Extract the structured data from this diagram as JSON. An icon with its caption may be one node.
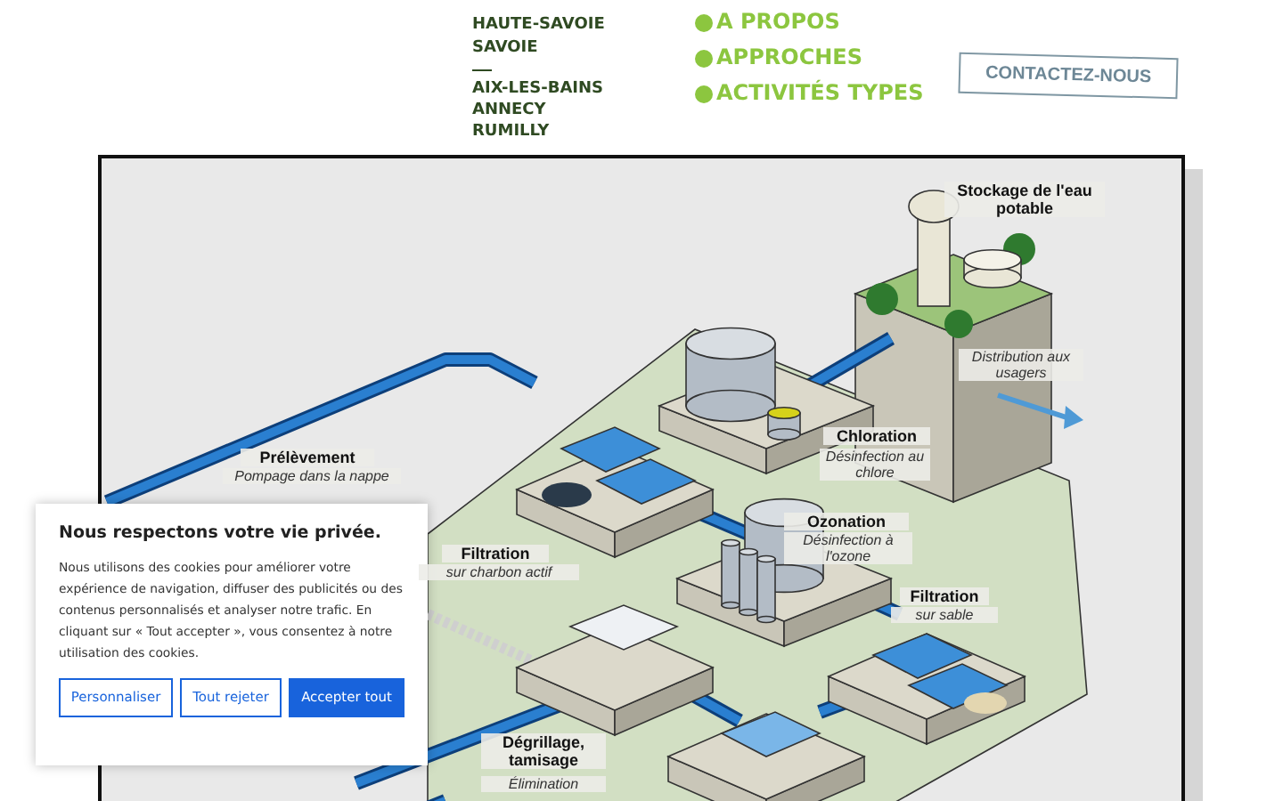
{
  "diagram": {
    "labels": [
      "HAUTE-SAVOIE",
      "SAVOIE",
      "AIX-LES-BAINS",
      "ANNECY",
      "RUMILLY",
      "A PROPOS",
      "APPROCHES",
      "ACTIVITÉS TYPES",
      "CONTACTEZ-NOUS",
      "Stockage de l'eau potable",
      "Distribution aux usagers",
      "Chloration",
      "Désinfection au chlore",
      "Prélèvement",
      "Pompage dans la nappe",
      "Ozonation",
      "Désinfection à l'ozone",
      "Filtration",
      "sur charbon actif",
      "Filtration",
      "sur sable",
      "Dégrillage, tamisage",
      "Élimination",
      "Nous respectons votre vie privée.",
      "Nous utilisons des cookies pour améliorer votre expérience de navigation, diffuser des publicités ou des contenus personnalisés et analyser notre trafic. En cliquant sur « Tout accepter », vous consentez à notre utilisation des cookies.",
      "Personnaliser",
      "Tout rejeter",
      "Accepter tout"
    ]
  }
}
